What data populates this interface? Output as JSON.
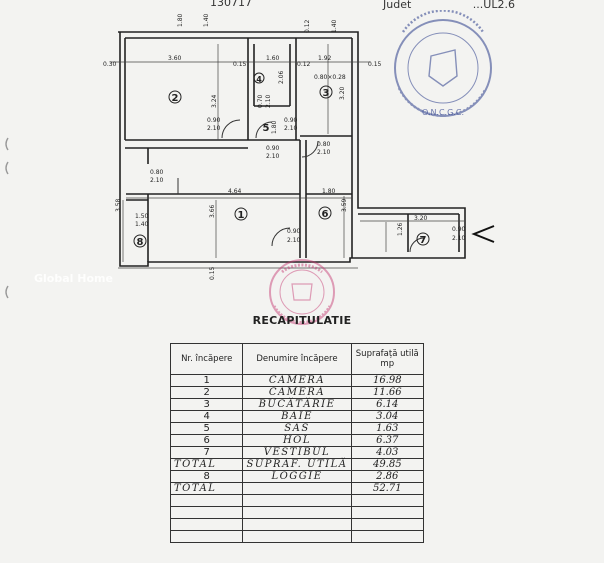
{
  "header": {
    "number": "130717",
    "judet_label": "Judet",
    "judet_value": "...UL2.6"
  },
  "watermark": "Global Home",
  "stamps": {
    "blue_caption": "O.N.C.G.C."
  },
  "plan": {
    "rooms": [
      {
        "no": "1"
      },
      {
        "no": "2"
      },
      {
        "no": "3"
      },
      {
        "no": "4"
      },
      {
        "no": "5"
      },
      {
        "no": "6"
      },
      {
        "no": "7"
      },
      {
        "no": "8"
      }
    ],
    "dims": [
      "1.80",
      "1.40",
      "0.12",
      "1.40",
      "0.30",
      "3.60",
      "0.15",
      "1.60",
      "0.12",
      "1.92",
      "0.15",
      "0.80×0.28",
      "3.24",
      "0.70",
      "2.10",
      "2.06",
      "3.20",
      "0.90",
      "2.10",
      "0.90",
      "2.10",
      "1.80",
      "0.90",
      "2.10",
      "0.80",
      "2.10",
      "0.80",
      "2.10",
      "4.64",
      "1.80",
      "3.58",
      "1.50",
      "1.40",
      "3.66",
      "3.59",
      "3.20",
      "1.26",
      "0.90",
      "2.10",
      "0.90",
      "2.10",
      "0.15"
    ]
  },
  "recap": {
    "title": "RECAPITULATIE",
    "headers": [
      "Nr. încăpere",
      "Denumire încăpere",
      "Suprafață utilă mp"
    ],
    "rows": [
      {
        "nr": "1",
        "name": "CAMERA",
        "area": "16.98"
      },
      {
        "nr": "2",
        "name": "CAMERA",
        "area": "11.66"
      },
      {
        "nr": "3",
        "name": "BUCĂTĂRIE",
        "area": "6.14"
      },
      {
        "nr": "4",
        "name": "BAIE",
        "area": "3.04"
      },
      {
        "nr": "5",
        "name": "SAS",
        "area": "1.63"
      },
      {
        "nr": "6",
        "name": "HOL",
        "area": "6.37"
      },
      {
        "nr": "7",
        "name": "VESTIBUL",
        "area": "4.03"
      },
      {
        "nr": "TOTAL",
        "name": "SUPRAF. UTILĂ",
        "area": "49.85"
      },
      {
        "nr": "8",
        "name": "LOGGIE",
        "area": "2.86"
      },
      {
        "nr": "TOTAL",
        "name": "",
        "area": "52.71"
      }
    ]
  }
}
